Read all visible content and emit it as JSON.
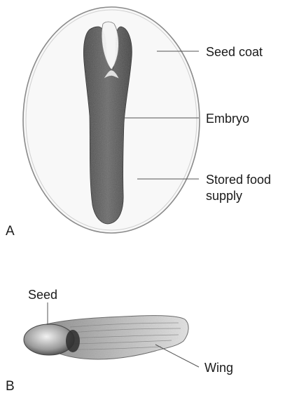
{
  "panel_a": {
    "letter": "A",
    "labels": {
      "seed_coat": "Seed coat",
      "embryo": "Embryo",
      "stored_food_line1": "Stored food",
      "stored_food_line2": "supply"
    }
  },
  "panel_b": {
    "letter": "B",
    "labels": {
      "seed": "Seed",
      "wing": "Wing"
    }
  }
}
